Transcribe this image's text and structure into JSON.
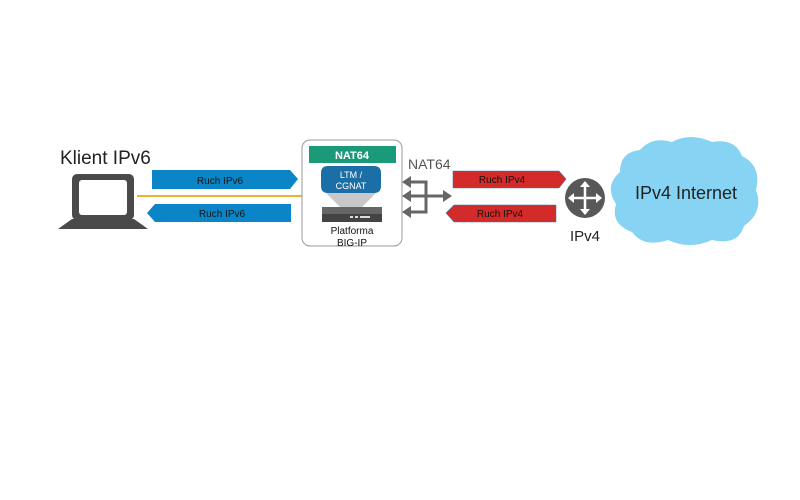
{
  "client": {
    "label": "Klient IPv6"
  },
  "flows_ipv6": {
    "outbound": "Ruch IPv6",
    "inbound": "Ruch IPv6"
  },
  "platform": {
    "header": "NAT64",
    "module_line1": "LTM /",
    "module_line2": "CGNAT",
    "name_line1": "Platforma",
    "name_line2": "BIG-IP"
  },
  "nat_label": "NAT64",
  "flows_ipv4": {
    "outbound": "Ruch IPv4",
    "inbound": "Ruch IPv4"
  },
  "router": {
    "label": "IPv4"
  },
  "internet": {
    "label": "IPv4 Internet"
  },
  "colors": {
    "ipv6": "#0a86c8",
    "ipv4": "#d32a2a",
    "nat": "#1a9a78",
    "cloud": "#86d3f3",
    "orange": "#f0b030"
  }
}
